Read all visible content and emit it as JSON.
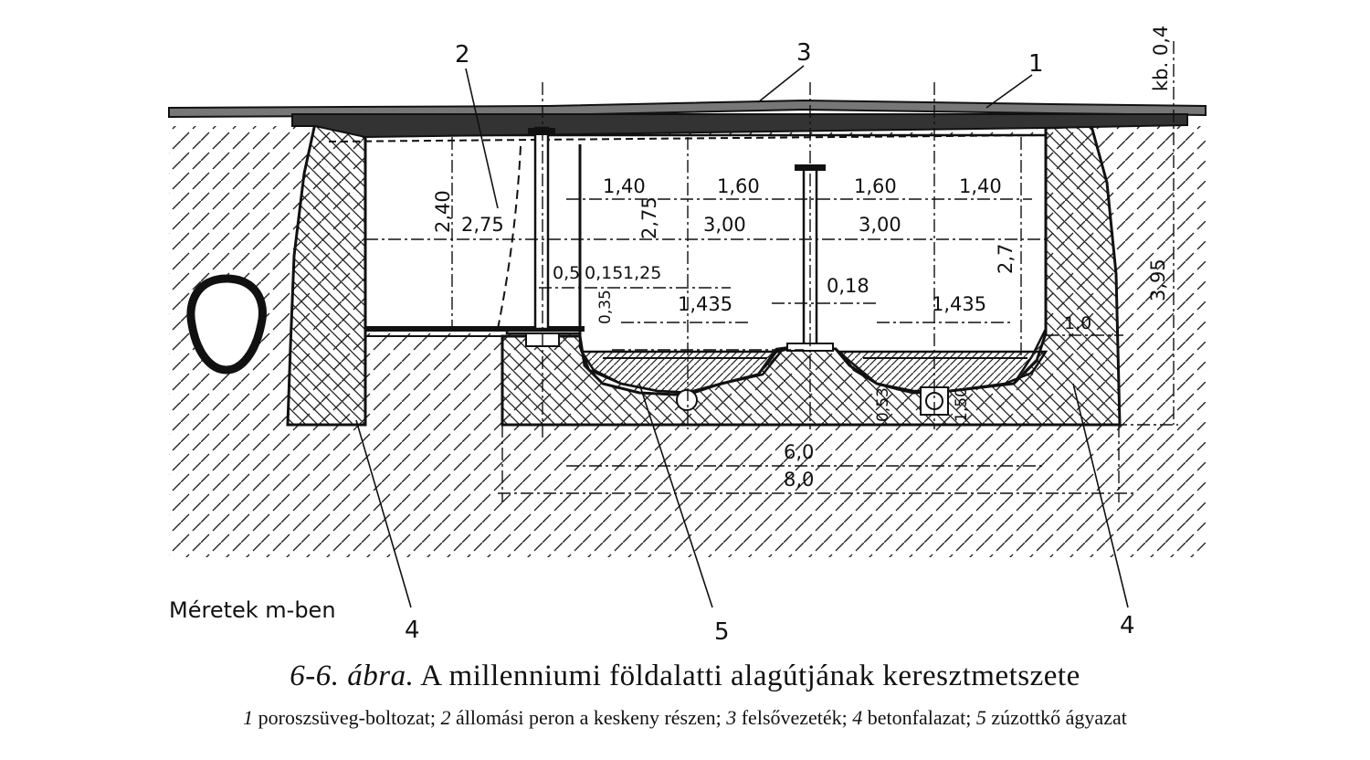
{
  "labels": {
    "l1": "1",
    "l2": "2",
    "l3": "3",
    "l4a": "4",
    "l4b": "4",
    "l5": "5",
    "kb": "kb. 0,4",
    "units": "Méretek m-ben"
  },
  "dimensions": {
    "d240": "2,40",
    "d275a": "2,75",
    "d140a": "1,40",
    "d160a": "1,60",
    "d160b": "1,60",
    "d140b": "1,40",
    "d275b": "2,75",
    "d300a": "3,00",
    "d300b": "3,00",
    "d27": "2,7",
    "d395": "3,95",
    "d05": "0,5",
    "d015": "0,15",
    "d125": "1,25",
    "d035": "0,35",
    "d1435a": "1,435",
    "d018": "0,18",
    "d1435b": "1,435",
    "d10": "1,0",
    "d053": "0,53",
    "d150": "1,50",
    "d60": "6,0",
    "d80": "8,0"
  },
  "caption": {
    "number": "6-6.",
    "word": "ábra.",
    "title": "A millenniumi földalatti alagútjának keresztmetszete"
  },
  "legend": [
    {
      "n": "1",
      "text": "poroszsüveg-boltozat;"
    },
    {
      "n": "2",
      "text": "állomási peron a keskeny részen;"
    },
    {
      "n": "3",
      "text": "felsővezeték;"
    },
    {
      "n": "4",
      "text": "betonfalazat;"
    },
    {
      "n": "5",
      "text": "zúzottkő ágyazat"
    }
  ]
}
